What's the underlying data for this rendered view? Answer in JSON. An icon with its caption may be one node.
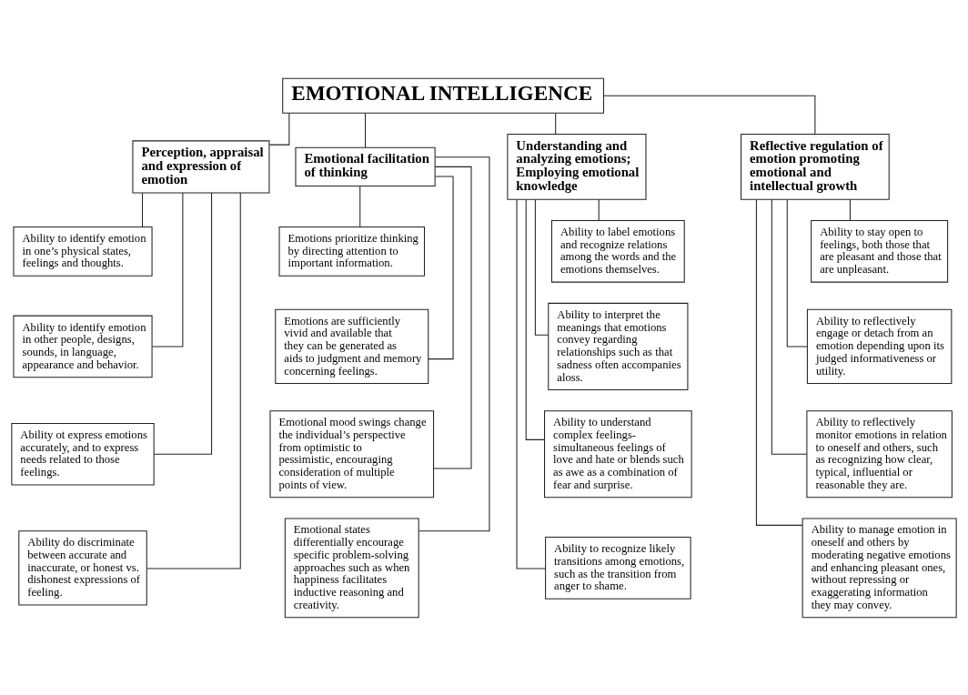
{
  "diagram": {
    "nodes": [
      {
        "text": [
          "EMOTIONAL INTELLIGENCE"
        ]
      },
      {
        "text": [
          "Perception, appraisal and expression of emotion"
        ]
      },
      {
        "text": [
          "Ability to identify emotion in one’s physical states, feelings and thoughts."
        ]
      },
      {
        "text": [
          "Ability to identify emotion in other people, designs, sounds, in language, appearance and behavior."
        ]
      },
      {
        "text": [
          "Ability ot express emotions accurately, and to express needs related to those feelings."
        ]
      },
      {
        "text": [
          "Ability do discriminate between accurate and inaccurate, or honest vs. dishonest expressions of feeling."
        ]
      },
      {
        "text": [
          "Emotional facilitation of thinking"
        ]
      },
      {
        "text": [
          "Emotions prioritize thinking by directing attention to important information."
        ]
      },
      {
        "text": [
          "Emotions are sufficiently vivid and available that they can be generated as aids to judgment and memory concerning feelings."
        ]
      },
      {
        "text": [
          "Emotional mood swings change the individual’s perspective from optimistic to pessimistic, encouraging consideration of multiple points of view."
        ]
      },
      {
        "text": [
          "Emotional states differentially encourage specific problem-solving approaches such as when happiness facilitates inductive reasoning and creativity."
        ]
      },
      {
        "text": [
          "Understanding and analyzing emotions; Employing emotional knowledge"
        ]
      },
      {
        "text": [
          "Ability to label emotions and recognize relations among the words and the emotions themselves."
        ]
      },
      {
        "text": [
          "Ability to interpret the meanings that emotions convey regarding relationships such as that sadness often accompanies aloss."
        ]
      },
      {
        "text": [
          "Ability to understand complex feelings-simultaneous feelings of love and hate or blends such as awe as a combination of fear and surprise."
        ]
      },
      {
        "text": [
          "Ability to recognize likely transitions among emotions, such as the transition from anger to shame."
        ]
      },
      {
        "text": [
          "Reflective regulation of emotion promoting emotional and intellectual growth"
        ]
      },
      {
        "text": [
          "Ability to stay open to feelings, both those that are pleasant and those that are unpleasant."
        ]
      },
      {
        "text": [
          "Ability to reflectively engage or detach from an emotion depending upon its judged informativeness or utility."
        ]
      },
      {
        "text": [
          "Ability to reflectively monitor emotions in relation to oneself and others, such as recognizing how clear, typical, influential or reasonable they are."
        ]
      },
      {
        "text": [
          "Ability to manage emotion in oneself and others by moderating negative emotions and enhancing pleasant ones, without repressing or exaggerating information they may convey."
        ]
      }
    ],
    "edges": [
      {
        "from": 0,
        "to": 1,
        "arrow": "none"
      },
      {
        "from": 0,
        "to": 6,
        "arrow": "none"
      },
      {
        "from": 0,
        "to": 11,
        "arrow": "none"
      },
      {
        "from": 0,
        "to": 16,
        "arrow": "none"
      },
      {
        "from": 1,
        "to": 2,
        "arrow": "none"
      },
      {
        "from": 1,
        "to": 3,
        "arrow": "none"
      },
      {
        "from": 1,
        "to": 4,
        "arrow": "none"
      },
      {
        "from": 1,
        "to": 5,
        "arrow": "none"
      },
      {
        "from": 6,
        "to": 7,
        "arrow": "none"
      },
      {
        "from": 6,
        "to": 8,
        "arrow": "none"
      },
      {
        "from": 6,
        "to": 9,
        "arrow": "none"
      },
      {
        "from": 6,
        "to": 10,
        "arrow": "none"
      },
      {
        "from": 11,
        "to": 12,
        "arrow": "none"
      },
      {
        "from": 11,
        "to": 13,
        "arrow": "none"
      },
      {
        "from": 11,
        "to": 14,
        "arrow": "none"
      },
      {
        "from": 11,
        "to": 15,
        "arrow": "none"
      },
      {
        "from": 16,
        "to": 17,
        "arrow": "none"
      },
      {
        "from": 16,
        "to": 18,
        "arrow": "none"
      },
      {
        "from": 16,
        "to": 19,
        "arrow": "none"
      },
      {
        "from": 16,
        "to": 20,
        "arrow": "none"
      }
    ]
  }
}
